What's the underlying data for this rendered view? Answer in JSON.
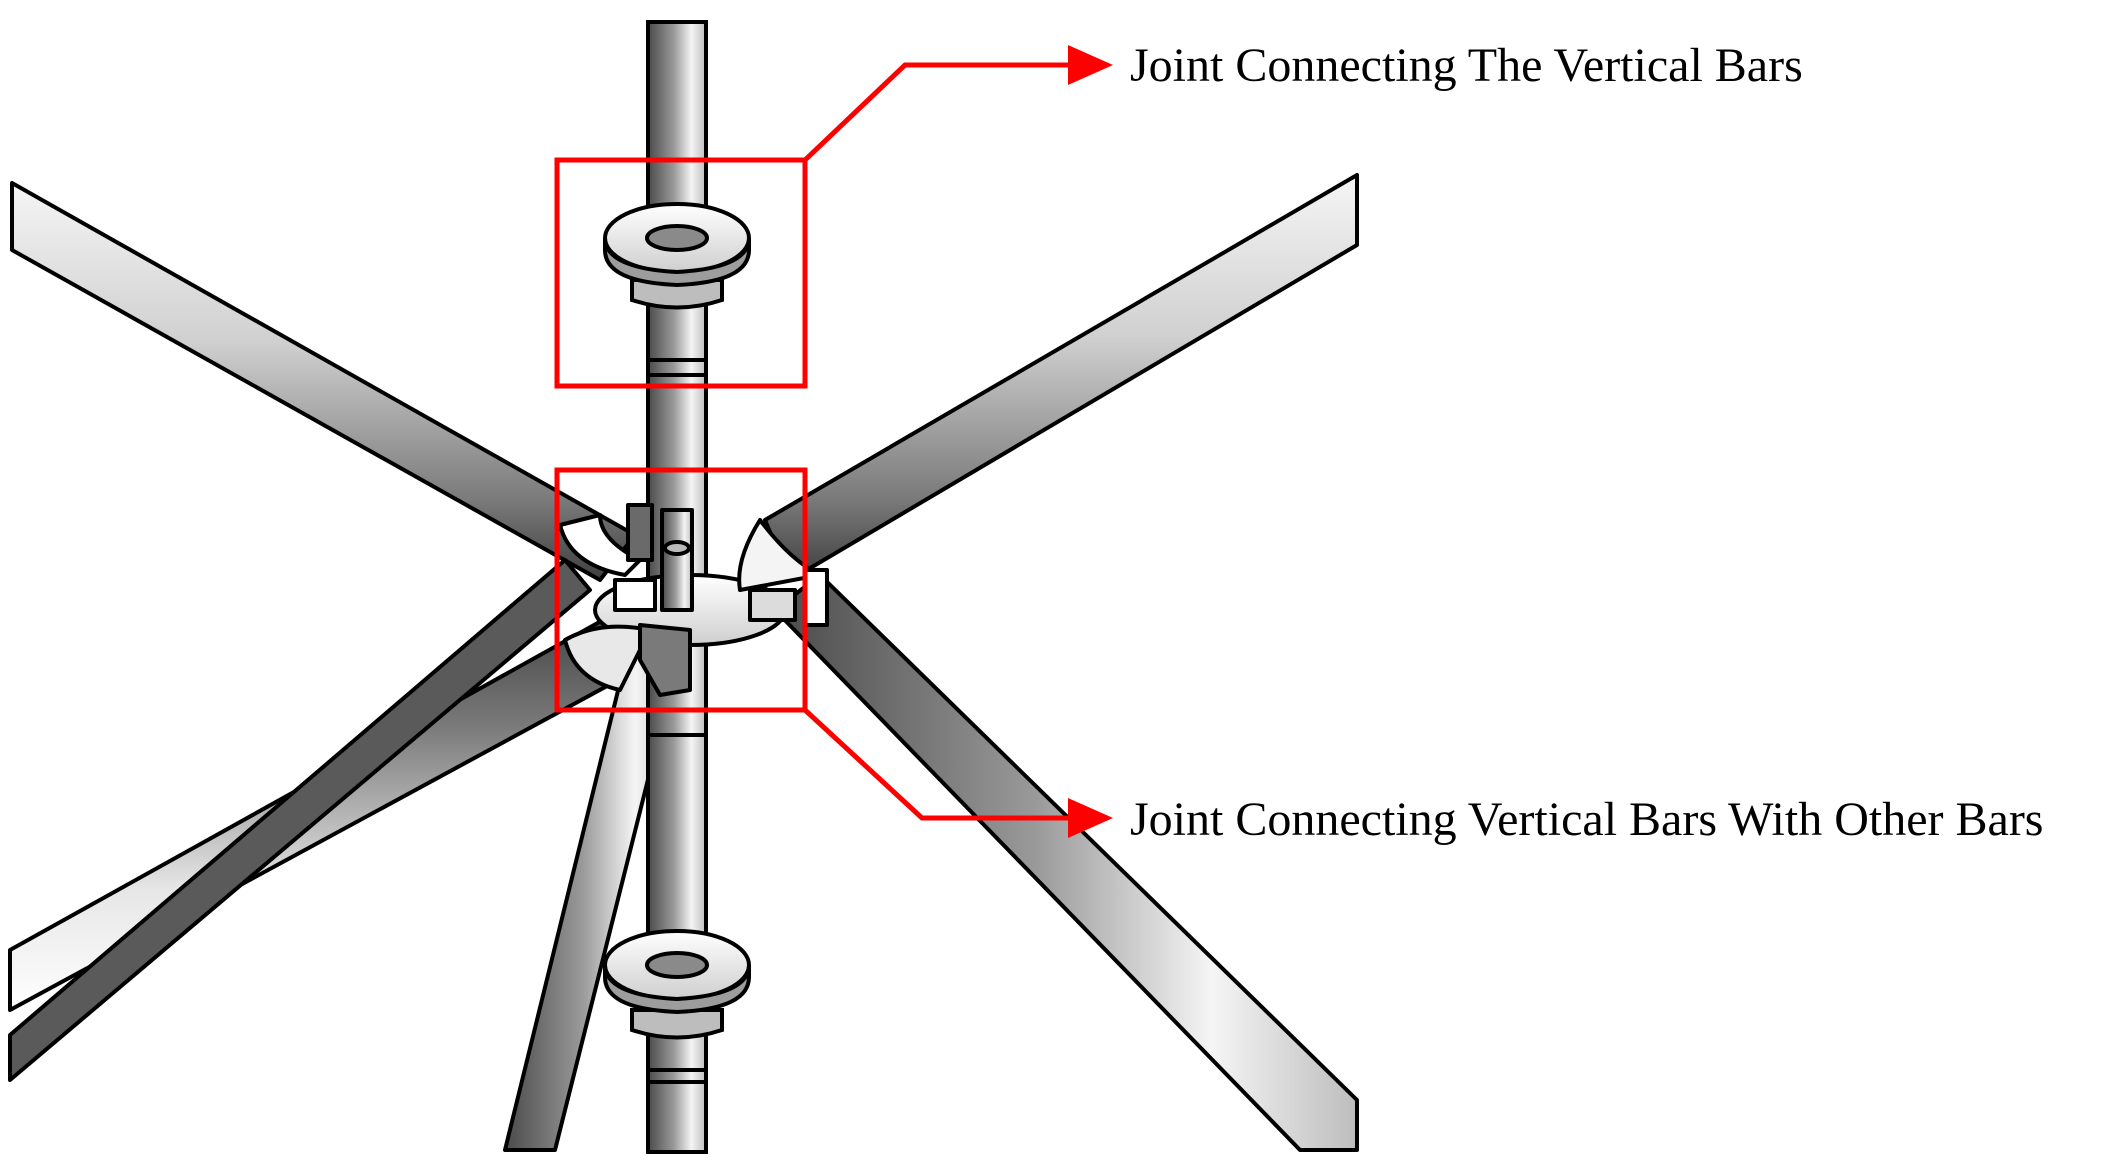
{
  "labels": {
    "upper_joint": "Joint Connecting The Vertical Bars",
    "lower_joint": "Joint Connecting Vertical Bars With Other Bars"
  },
  "colors": {
    "callout": "#ff0000",
    "text": "#000000",
    "outline": "#000000",
    "tube_dark": "#4d4d4d",
    "tube_mid": "#8f8f8f",
    "tube_light": "#f2f2f2"
  },
  "icons": {
    "arrow_head": "triangle-arrow"
  }
}
